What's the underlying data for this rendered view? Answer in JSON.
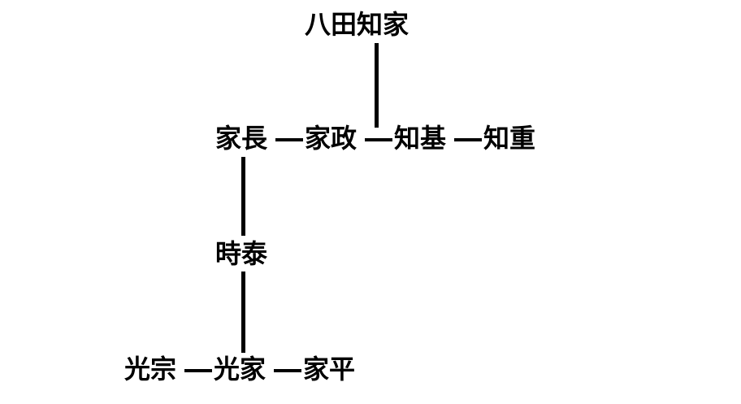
{
  "genealogy": {
    "root": {
      "name": "八田知家"
    },
    "row2": [
      "家長",
      "家政",
      "知基",
      "知重"
    ],
    "row3": {
      "name": "時泰"
    },
    "row4": [
      "光宗",
      "光家",
      "家平"
    ]
  }
}
